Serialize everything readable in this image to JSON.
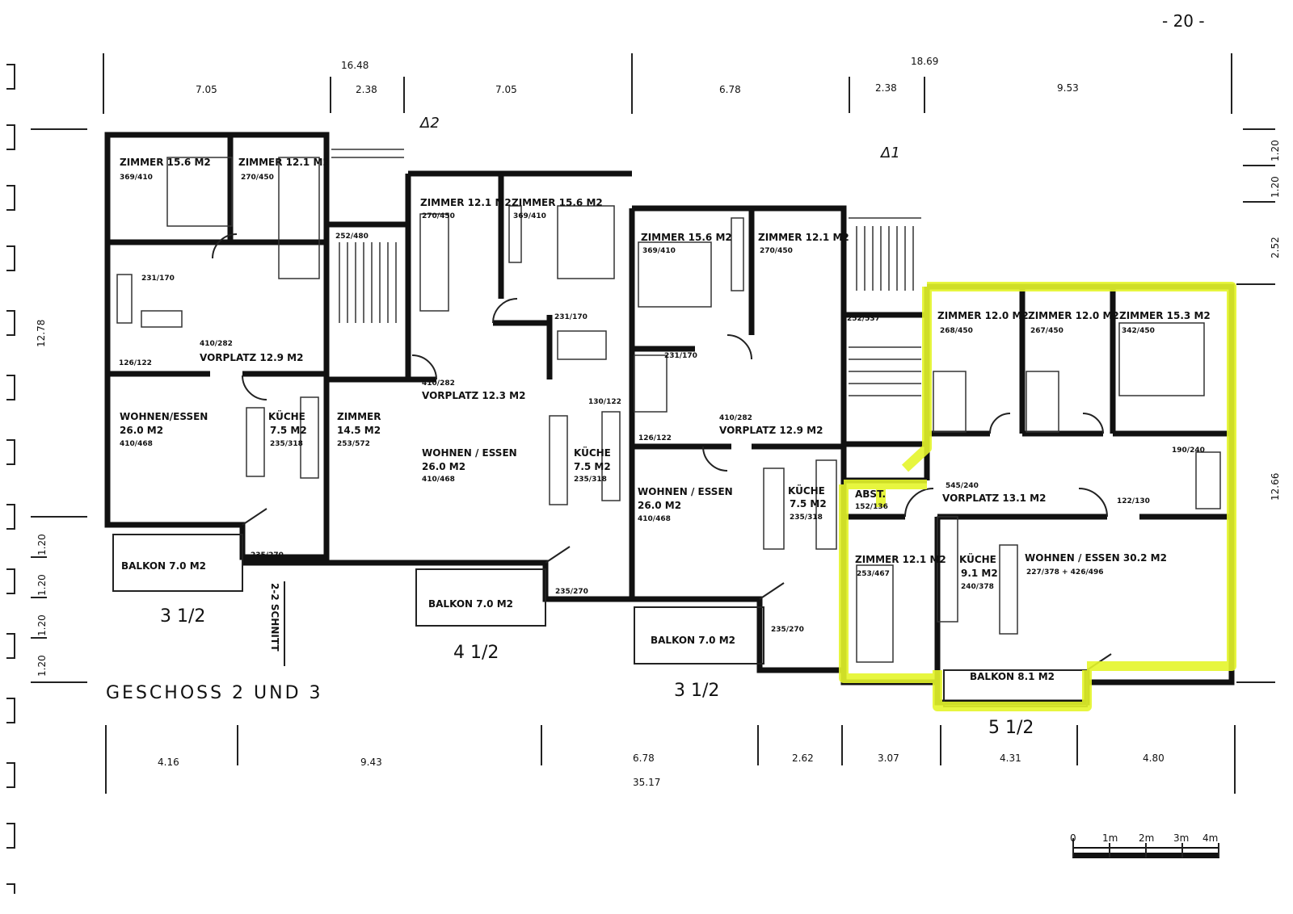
{
  "sheet": {
    "page_number": "- 20 -",
    "title": "GESCHOSS 2 UND 3",
    "section_label": "2-2 SCHNITT",
    "section_marks": [
      "Δ2",
      "Δ1"
    ]
  },
  "dimensions": {
    "top_totals": [
      "16.48",
      "18.69"
    ],
    "top_segments": [
      "7.05",
      "2.38",
      "7.05",
      "6.78",
      "2.38",
      "9.53"
    ],
    "bottom_segments": [
      "4.16",
      "9.43",
      "6.78",
      "2.62",
      "3.07",
      "4.31",
      "4.80"
    ],
    "bottom_total": "35.17",
    "left_height": "12.78",
    "left_small": [
      "1.20",
      "1.20",
      "1.20",
      "1.20"
    ],
    "right_height": "12.66",
    "right_small": [
      "1.20",
      "1.20",
      "2.52"
    ]
  },
  "stairs": [
    {
      "size": "252/480"
    },
    {
      "size": "252/537"
    }
  ],
  "units": [
    {
      "type": "3 1/2",
      "rooms": {
        "zimmer1": {
          "label": "ZIMMER 15.6 M2",
          "size": "369/410"
        },
        "zimmer2": {
          "label": "ZIMMER 12.1 M2",
          "size": "270/450"
        },
        "bath": {
          "size": "231/170"
        },
        "wc": {
          "size": "126/122"
        },
        "vorplatz": {
          "label": "VORPLATZ 12.9 M2",
          "size": "410/282"
        },
        "wohnen": {
          "label": "WOHNEN/ESSEN",
          "area": "26.0 M2",
          "size": "410/468"
        },
        "kueche": {
          "label": "KÜCHE",
          "area": "7.5 M2",
          "size": "235/318"
        },
        "balkon": {
          "label": "BALKON 7.0 M2",
          "size": "235/270"
        }
      }
    },
    {
      "type": "4 1/2",
      "rooms": {
        "zimmer_extra": {
          "label": "ZIMMER",
          "area": "14.5 M2",
          "size": "253/572"
        },
        "zimmer1": {
          "label": "ZIMMER 12.1 M2",
          "size": "270/450"
        },
        "zimmer2": {
          "label": "ZIMMER 15.6 M2",
          "size": "369/410"
        },
        "bath": {
          "size": "231/170"
        },
        "wc": {
          "size": "130/122"
        },
        "vorplatz": {
          "label": "VORPLATZ 12.3 M2",
          "size": "410/282"
        },
        "wohnen": {
          "label": "WOHNEN / ESSEN",
          "area": "26.0 M2",
          "size": "410/468"
        },
        "kueche": {
          "label": "KÜCHE",
          "area": "7.5 M2",
          "size": "235/318"
        },
        "balkon": {
          "label": "BALKON 7.0 M2",
          "size": "235/270"
        }
      }
    },
    {
      "type": "3 1/2",
      "rooms": {
        "zimmer1": {
          "label": "ZIMMER 15.6 M2",
          "size": "369/410"
        },
        "zimmer2": {
          "label": "ZIMMER 12.1 M2",
          "size": "270/450"
        },
        "bath": {
          "size": "231/170"
        },
        "wc": {
          "size": "126/122"
        },
        "vorplatz": {
          "label": "VORPLATZ 12.9 M2",
          "size": "410/282"
        },
        "wohnen": {
          "label": "WOHNEN / ESSEN",
          "area": "26.0 M2",
          "size": "410/468"
        },
        "kueche": {
          "label": "KÜCHE",
          "area": "7.5 M2",
          "size": "235/318"
        },
        "balkon": {
          "label": "BALKON 7.0 M2",
          "size": "235/270"
        }
      }
    },
    {
      "type": "5 1/2",
      "highlight_color": "#e4f52a",
      "rooms": {
        "zimmer1": {
          "label": "ZIMMER 12.0 M2",
          "size": "268/450"
        },
        "zimmer2": {
          "label": "ZIMMER 12.0 M2",
          "size": "267/450"
        },
        "zimmer3": {
          "label": "ZIMMER 15.3 M2",
          "size": "342/450"
        },
        "bath": {
          "size": "190/240"
        },
        "wc": {
          "size": "122/130"
        },
        "abst": {
          "label": "ABST.",
          "size": "152/136"
        },
        "vorplatz": {
          "label": "VORPLATZ 13.1 M2",
          "size": "545/240"
        },
        "zimmer4": {
          "label": "ZIMMER 12.1 M2",
          "size": "253/467"
        },
        "kueche": {
          "label": "KÜCHE",
          "area": "9.1 M2",
          "size": "240/378"
        },
        "wohnen": {
          "label": "WOHNEN / ESSEN 30.2 M2",
          "size": "227/378 + 426/496"
        },
        "balkon": {
          "label": "BALKON 8.1 M2"
        }
      }
    }
  ],
  "scale_bar": {
    "labels": [
      "0",
      "1m",
      "2m",
      "3m",
      "4m"
    ]
  }
}
